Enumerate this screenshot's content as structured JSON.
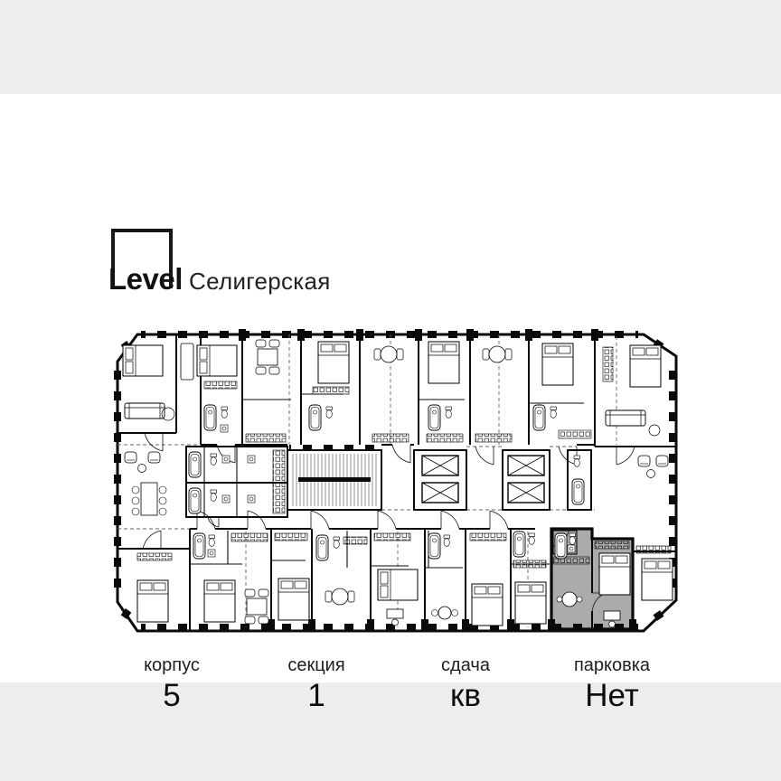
{
  "page": {
    "background_color": "#ededed",
    "card_color": "#ffffff"
  },
  "header": {
    "logo_text": "Level",
    "project_name": "Селигерская"
  },
  "floor_plan": {
    "wall_color": "#0a0a0a",
    "selected_apartment_color": "#ababab"
  },
  "footer": {
    "items": [
      {
        "label": "корпус",
        "value": "5"
      },
      {
        "label": "секция",
        "value": "1"
      },
      {
        "label": "сдача",
        "value": "кв"
      },
      {
        "label": "парковка",
        "value": "Нет"
      }
    ]
  }
}
